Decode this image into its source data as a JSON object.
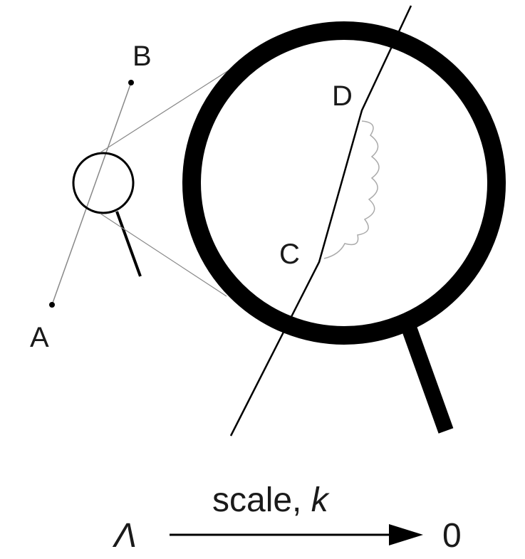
{
  "points": [
    {
      "id": "A",
      "label": "A"
    },
    {
      "id": "B",
      "label": "B"
    },
    {
      "id": "C",
      "label": "C"
    },
    {
      "id": "D",
      "label": "D"
    }
  ],
  "arrow": {
    "from_symbol": "Λ",
    "caption": "scale, ",
    "caption_var": "k",
    "to_value": "0"
  },
  "colors": {
    "ink": "#000000",
    "text": "#1a1a1a",
    "thin_line": "#888888",
    "wiggle": "#aaaaaa"
  }
}
